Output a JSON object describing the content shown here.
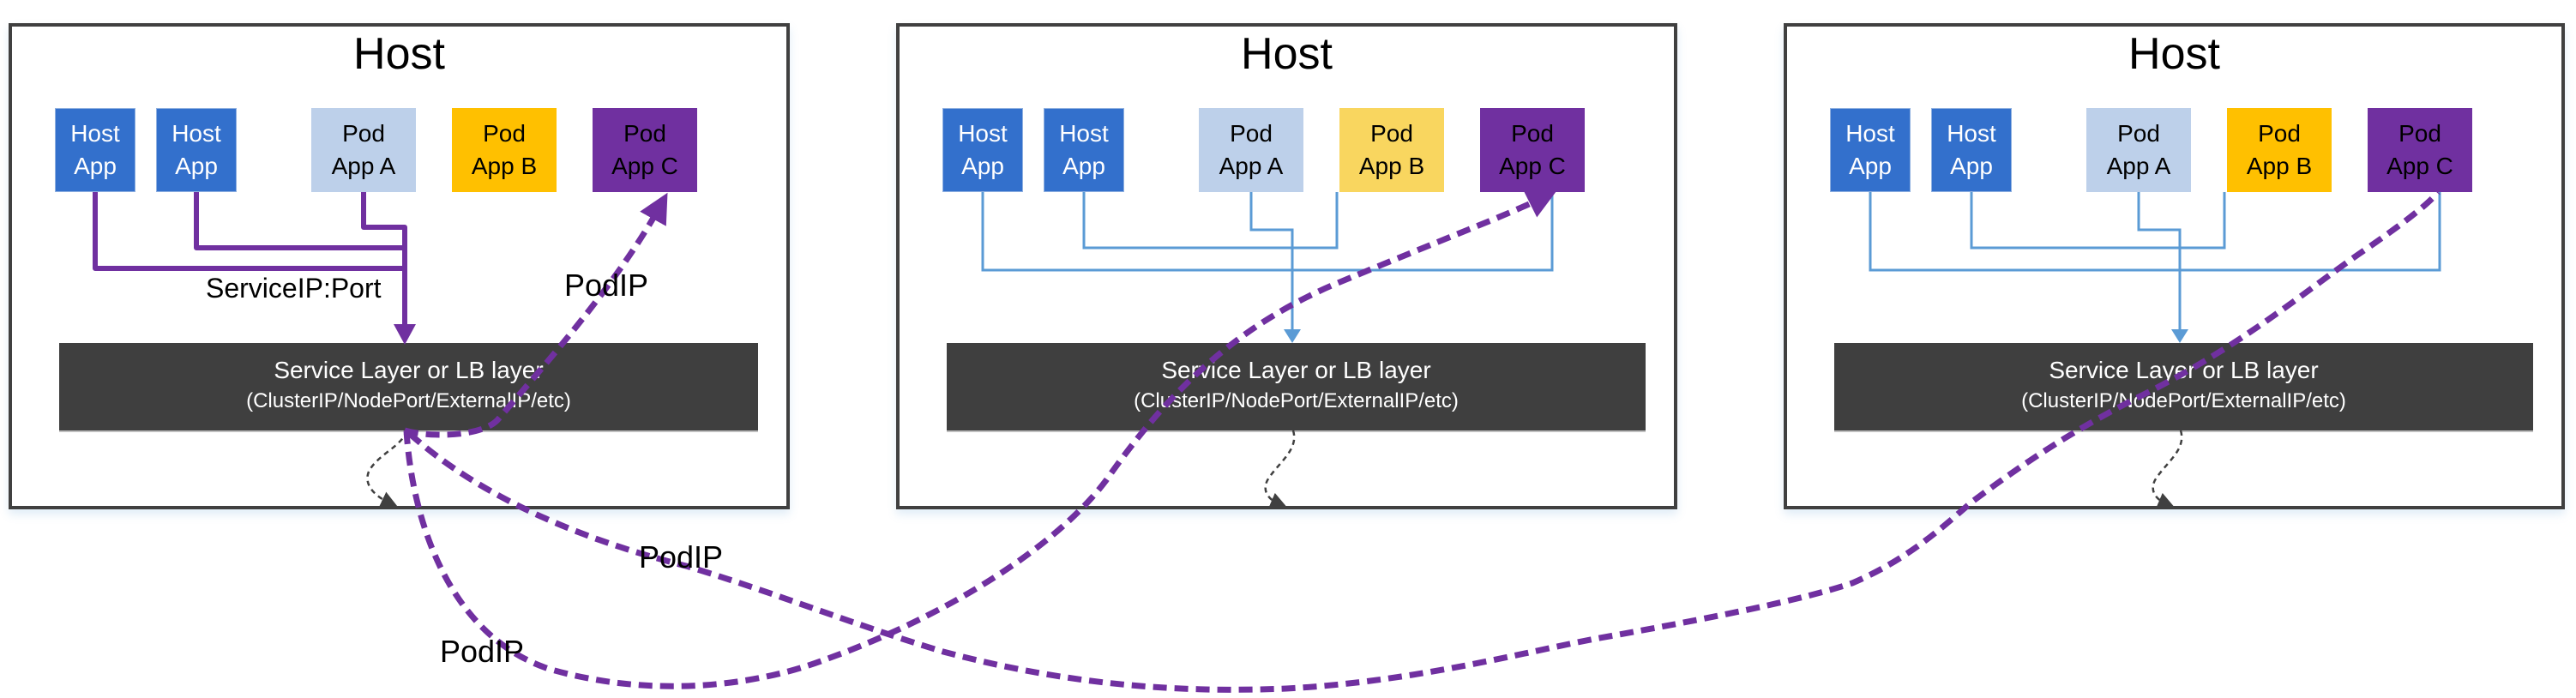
{
  "colors": {
    "host_app": "#3370CC",
    "pod_a": "#BDD0EA",
    "pod_b": "#FFC000",
    "pod_b_light": "#F9D65F",
    "pod_c": "#7030A0",
    "service_layer": "#3F3F3F",
    "purple_flow": "#7030A0",
    "blue_flow": "#5B9BD5",
    "border": "#404040"
  },
  "hosts": [
    {
      "title": "Host",
      "apps": [
        {
          "line1": "Host",
          "line2": "App"
        },
        {
          "line1": "Host",
          "line2": "App"
        },
        {
          "line1": "Pod",
          "line2": "App A"
        },
        {
          "line1": "Pod",
          "line2": "App B"
        },
        {
          "line1": "Pod",
          "line2": "App C"
        }
      ],
      "service": {
        "title": "Service Layer or LB layer",
        "subtitle": "(ClusterIP/NodePort/ExternalIP/etc)"
      }
    },
    {
      "title": "Host",
      "apps": [
        {
          "line1": "Host",
          "line2": "App"
        },
        {
          "line1": "Host",
          "line2": "App"
        },
        {
          "line1": "Pod",
          "line2": "App A"
        },
        {
          "line1": "Pod",
          "line2": "App B"
        },
        {
          "line1": "Pod",
          "line2": "App C"
        }
      ],
      "service": {
        "title": "Service Layer or LB layer",
        "subtitle": "(ClusterIP/NodePort/ExternalIP/etc)"
      }
    },
    {
      "title": "Host",
      "apps": [
        {
          "line1": "Host",
          "line2": "App"
        },
        {
          "line1": "Host",
          "line2": "App"
        },
        {
          "line1": "Pod",
          "line2": "App A"
        },
        {
          "line1": "Pod",
          "line2": "App B"
        },
        {
          "line1": "Pod",
          "line2": "App C"
        }
      ],
      "service": {
        "title": "Service Layer or LB layer",
        "subtitle": "(ClusterIP/NodePort/ExternalIP/etc)"
      }
    }
  ],
  "labels": {
    "service_ip_port": "ServiceIP:Port",
    "pod_ip_local": "PodIP",
    "pod_ip_host2": "PodIP",
    "pod_ip_host3": "PodIP"
  },
  "icons": {
    "flow_arrow": "arrow-down-icon",
    "dashed_arrow": "dashed-arrow-icon"
  }
}
